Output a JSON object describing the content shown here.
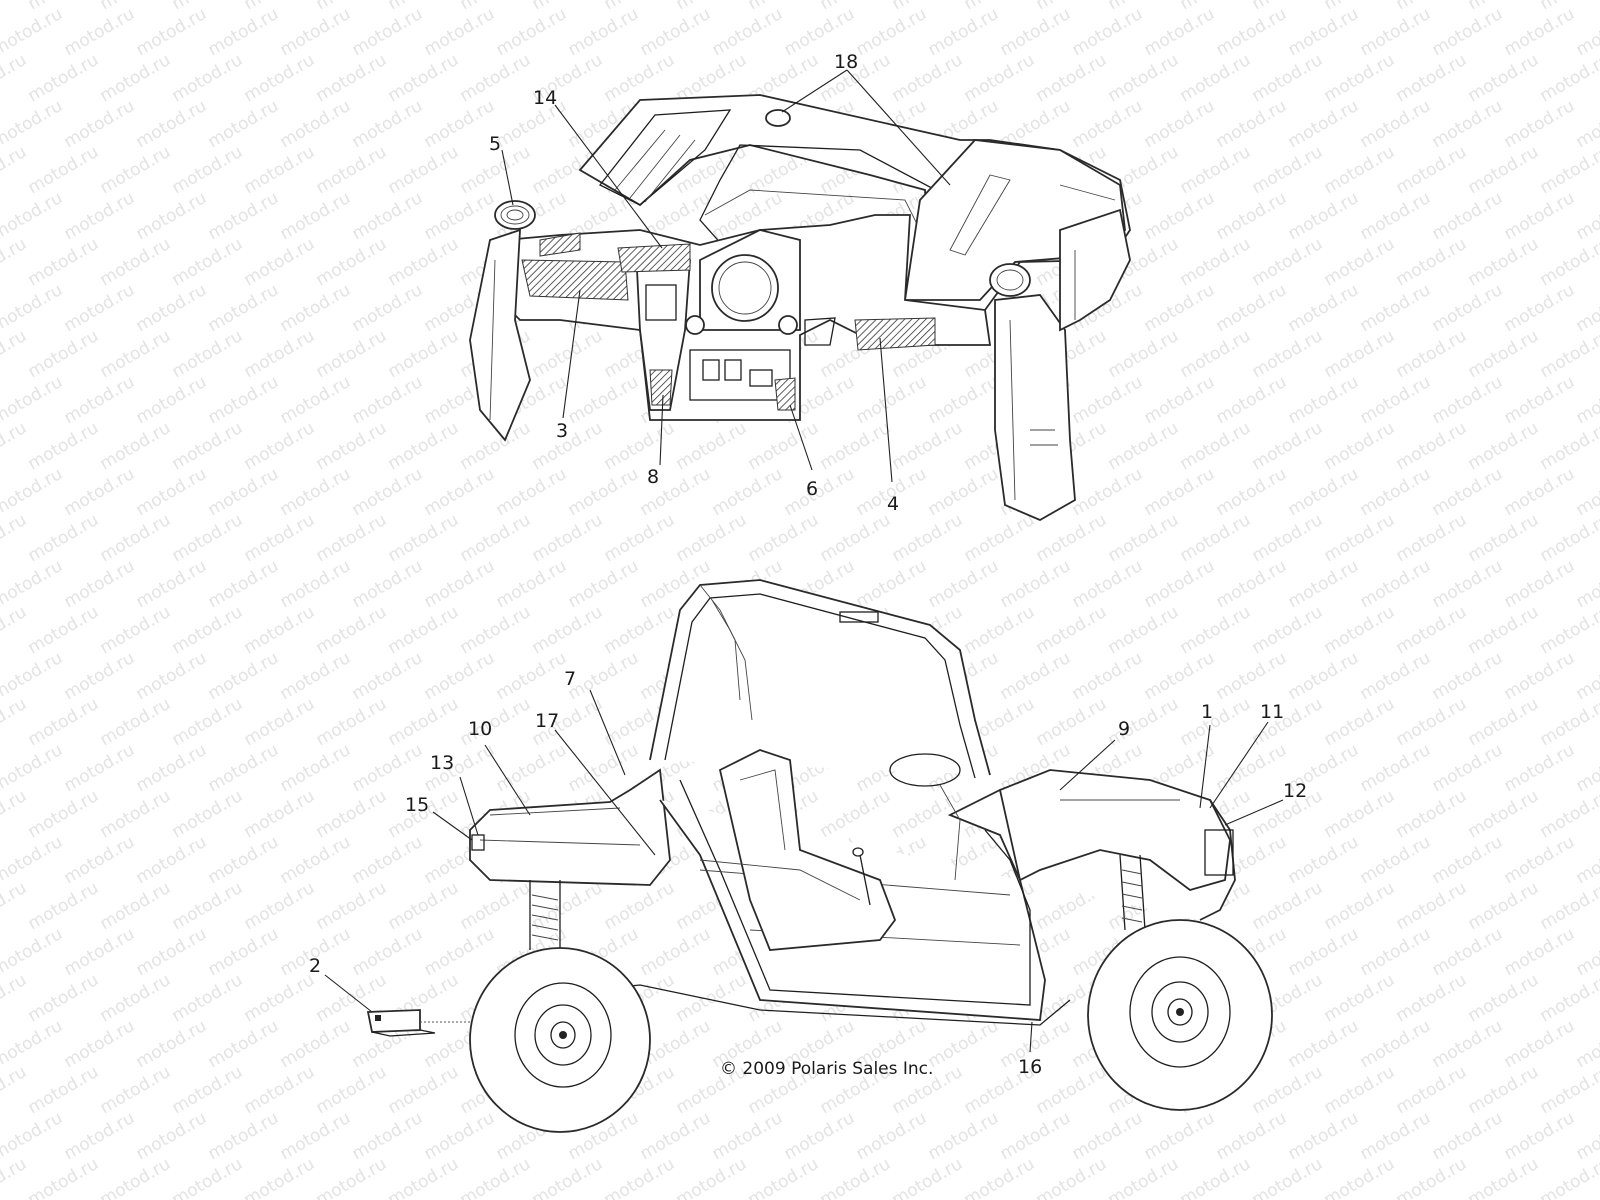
{
  "watermark": "motod.ru",
  "copyright": "© 2009 Polaris Sales Inc.",
  "callouts": {
    "c1": "1",
    "c2": "2",
    "c3": "3",
    "c4": "4",
    "c5": "5",
    "c6": "6",
    "c7": "7",
    "c8": "8",
    "c9": "9",
    "c10": "10",
    "c11": "11",
    "c12": "12",
    "c13": "13",
    "c14": "14",
    "c15": "15",
    "c16": "16",
    "c17": "17",
    "c18": "18"
  }
}
